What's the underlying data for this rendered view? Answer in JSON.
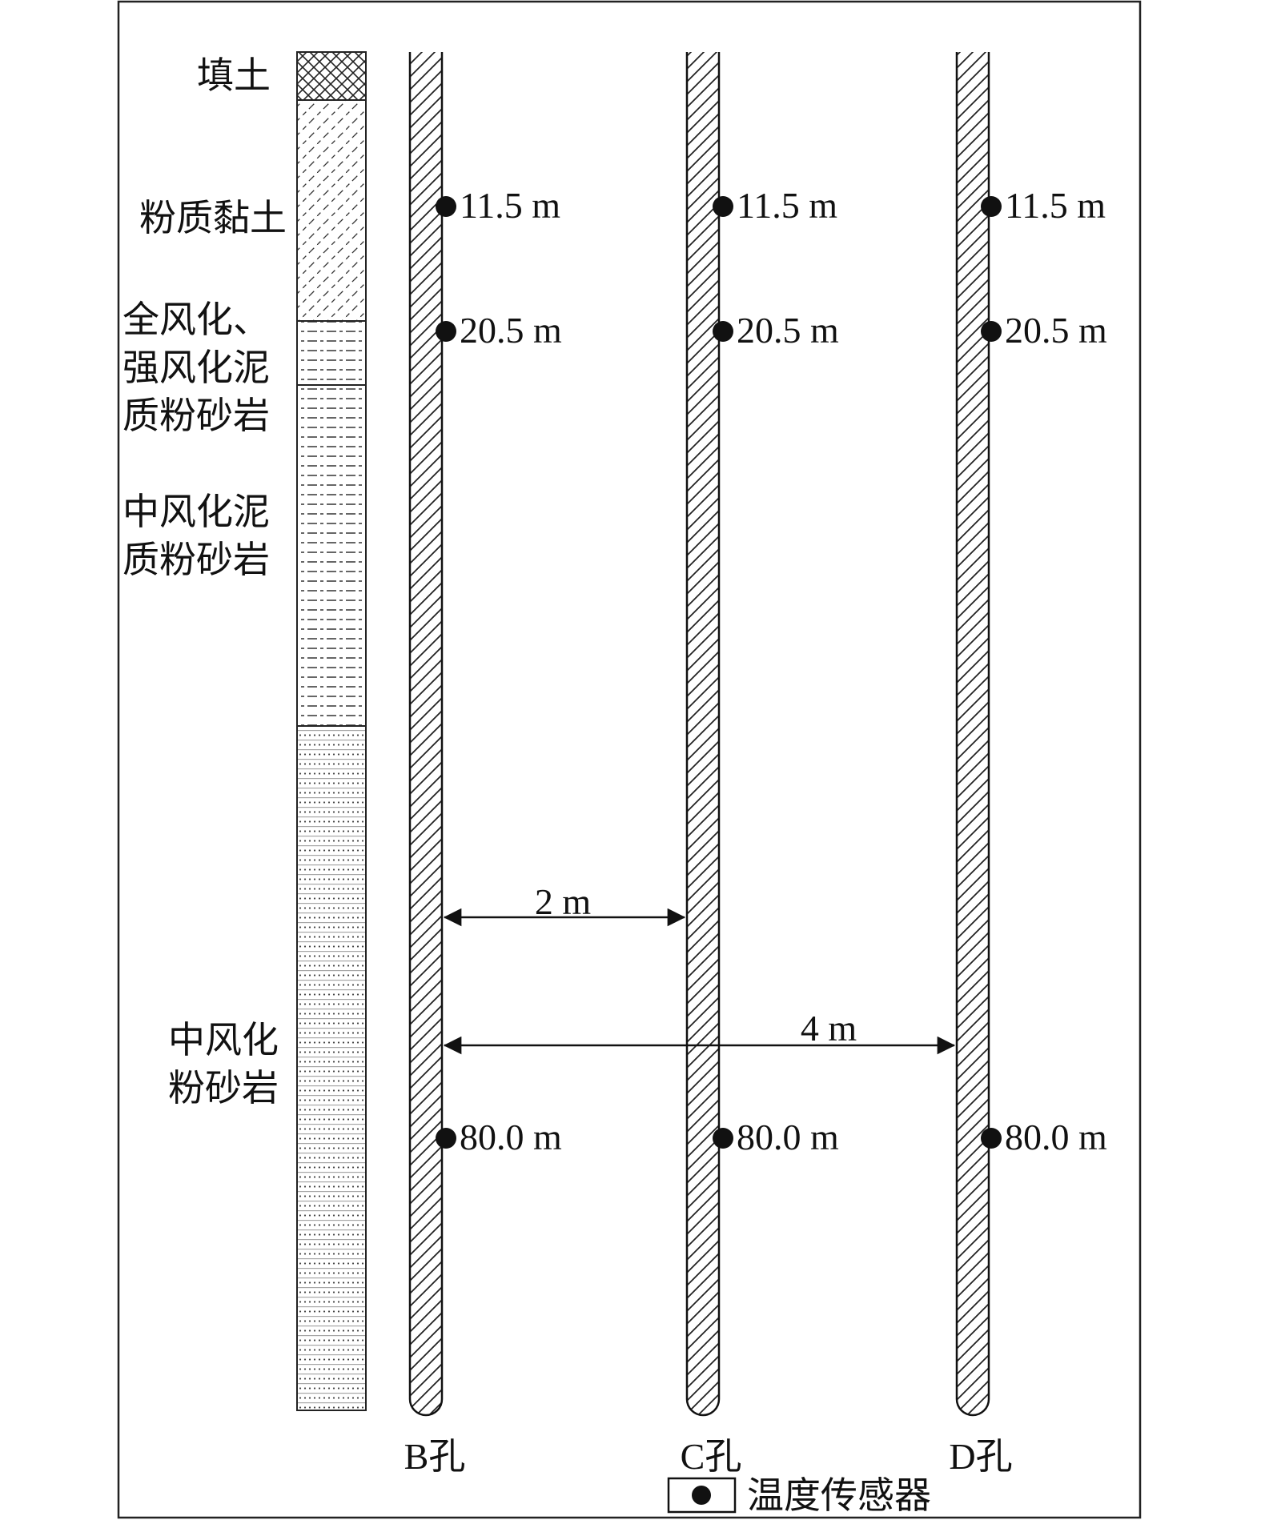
{
  "strata": {
    "fill_soil": "填土",
    "silty_clay": "粉质黏土",
    "weathered_line1": "全风化、",
    "weathered_line2": "强风化泥",
    "weathered_line3": "质粉砂岩",
    "moderate_mud_line1": "中风化泥",
    "moderate_mud_line2": "质粉砂岩",
    "moderate_silt_line1": "中风化",
    "moderate_silt_line2": "粉砂岩"
  },
  "boreholes": [
    {
      "id": "B",
      "label": "B孔",
      "sensors": [
        "11.5 m",
        "20.5 m",
        "80.0 m"
      ]
    },
    {
      "id": "C",
      "label": "C孔",
      "sensors": [
        "11.5 m",
        "20.5 m",
        "80.0 m"
      ]
    },
    {
      "id": "D",
      "label": "D孔",
      "sensors": [
        "11.5 m",
        "20.5 m",
        "80.0 m"
      ]
    }
  ],
  "spacing": {
    "b_to_c": "2 m",
    "b_to_d": "4 m"
  },
  "legend": {
    "sensor_label": "温度传感器"
  }
}
